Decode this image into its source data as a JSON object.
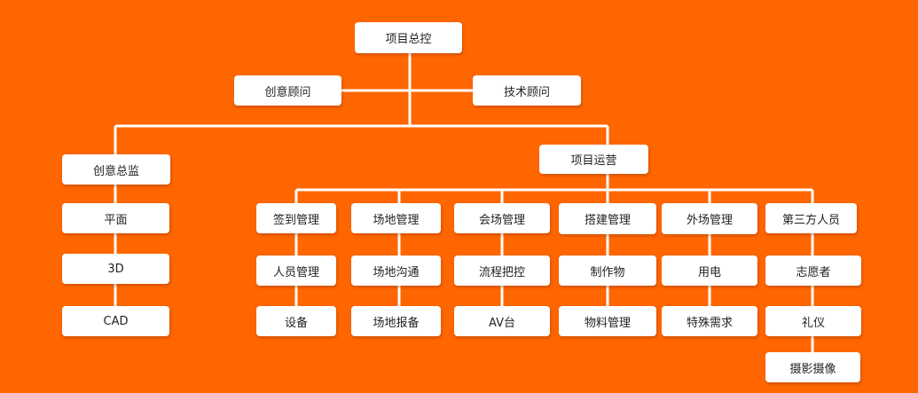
{
  "background_color": "#ff6600",
  "line_color": "#ffffff",
  "box_color": "#ffffff",
  "nodes": {
    "top": "项目总控",
    "creative_advisor": "创意顾问",
    "tech_advisor": "技术顾问",
    "creative_director": "创意总监",
    "plane": "平面",
    "3d": "3D",
    "cad": "CAD",
    "operations": "项目运营",
    "checkin": "签到管理",
    "staff": "人员管理",
    "equipment": "设备",
    "venue": "场地管理",
    "venue_comm": "场地沟通",
    "venue_report": "场地报备",
    "hall": "会场管理",
    "flow": "流程把控",
    "av": "AV台",
    "build": "搭建管理",
    "production": "制作物",
    "materials": "物料管理",
    "outdoor": "外场管理",
    "power": "用电",
    "special": "特殊需求",
    "third_party": "第三方人员",
    "volunteers": "志愿者",
    "etiquette": "礼仪",
    "photo": "摄影摄像"
  }
}
